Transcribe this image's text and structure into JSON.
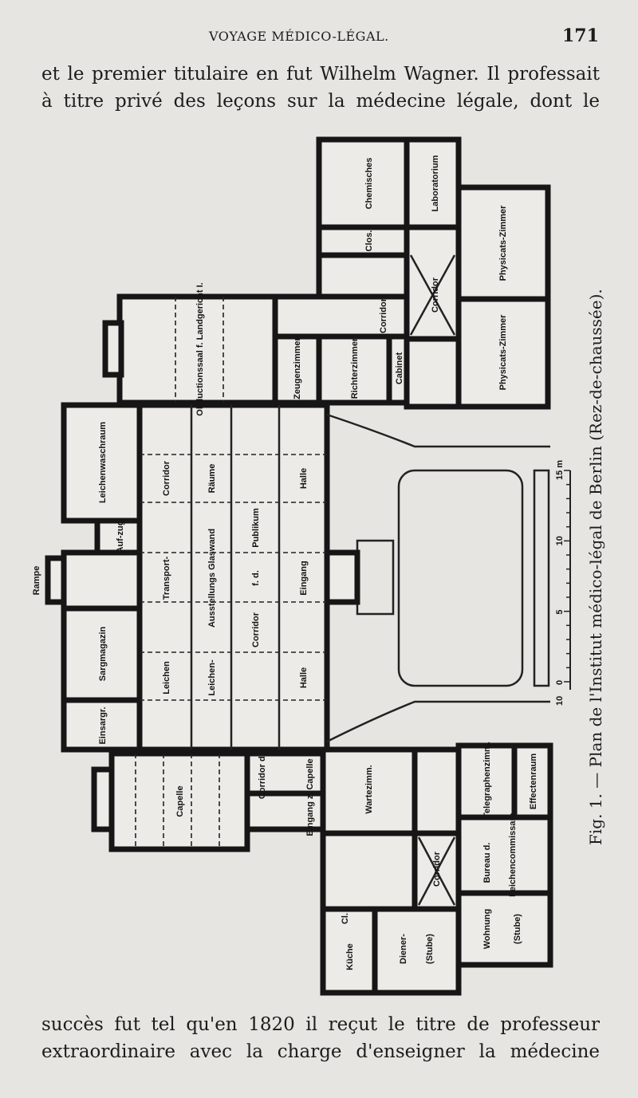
{
  "header": {
    "running_title": "VOYAGE MÉDICO-LÉGAL.",
    "page_number": "171"
  },
  "text_top": [
    "et le premier titulaire en fut Wilhelm Wagner. Il professait",
    "à titre privé des leçons sur la médecine légale, dont le"
  ],
  "figure": {
    "caption": "Fig. 1. — Plan de l'Institut médico-légal de Berlin (Rez-de-chaussée).",
    "scale": {
      "labels": [
        "10",
        "0",
        "5",
        "10",
        "15 m"
      ],
      "min": 0,
      "max": 15,
      "unit": "m"
    },
    "rooms": [
      "Chemisches",
      "Laboratorium",
      "Clos.",
      "Physicats-Zimmer",
      "Physicats-Zimmer",
      "Corridor",
      "Corridor",
      "Obductionssaal f. Landgericht I.",
      "Zeugenzimmer",
      "Richterzimmer",
      "Cabinet",
      "Leichenwaschraum",
      "Auf-zug",
      "Sargmagazin",
      "Einsargr.",
      "Rampe",
      "Corridor",
      "Transport-",
      "Leichen",
      "Räume",
      "Ausstellungs Glaswand",
      "Leichen-",
      "Publikum",
      "f. d.",
      "Corridor",
      "Halle",
      "Eingang",
      "Halle",
      "Capelle",
      "Corridor der",
      "Eingang z. Capelle",
      "Wartezimm.",
      "Corridor",
      "Telegraphenzimm.",
      "Effectenraum",
      "Bureau d.",
      "Leichencommissare",
      "Wohnung",
      "(Stube)",
      "Küche",
      "Cl.",
      "Diener-",
      "(Stube)"
    ]
  },
  "text_bottom": [
    "succès fut tel qu'en 1820 il reçut le titre de professeur",
    "extraordinaire avec la charge d'enseigner la médecine"
  ]
}
